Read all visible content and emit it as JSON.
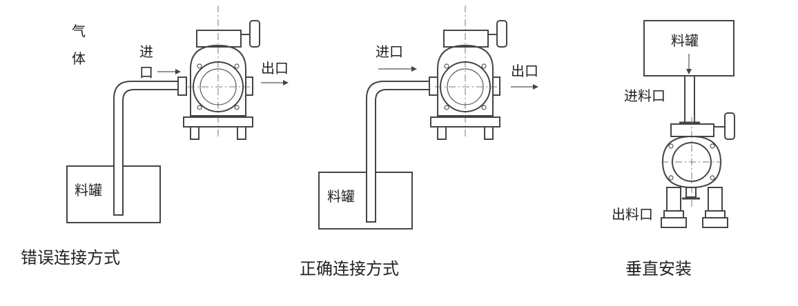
{
  "wrong": {
    "gas_line1": "气",
    "gas_line2": "体",
    "inlet_line1": "进",
    "inlet_line2": "口",
    "outlet": "出口",
    "tank": "料罐",
    "caption": "错误连接方式"
  },
  "right": {
    "inlet": "进口",
    "outlet": "出口",
    "tank": "料罐",
    "caption": "正确连接方式"
  },
  "vertical": {
    "tank": "料罐",
    "inlet": "进料口",
    "outlet": "出料口",
    "caption": "垂直安装"
  },
  "colors": {
    "line": "#444444",
    "text": "#222222",
    "background": "#ffffff"
  }
}
